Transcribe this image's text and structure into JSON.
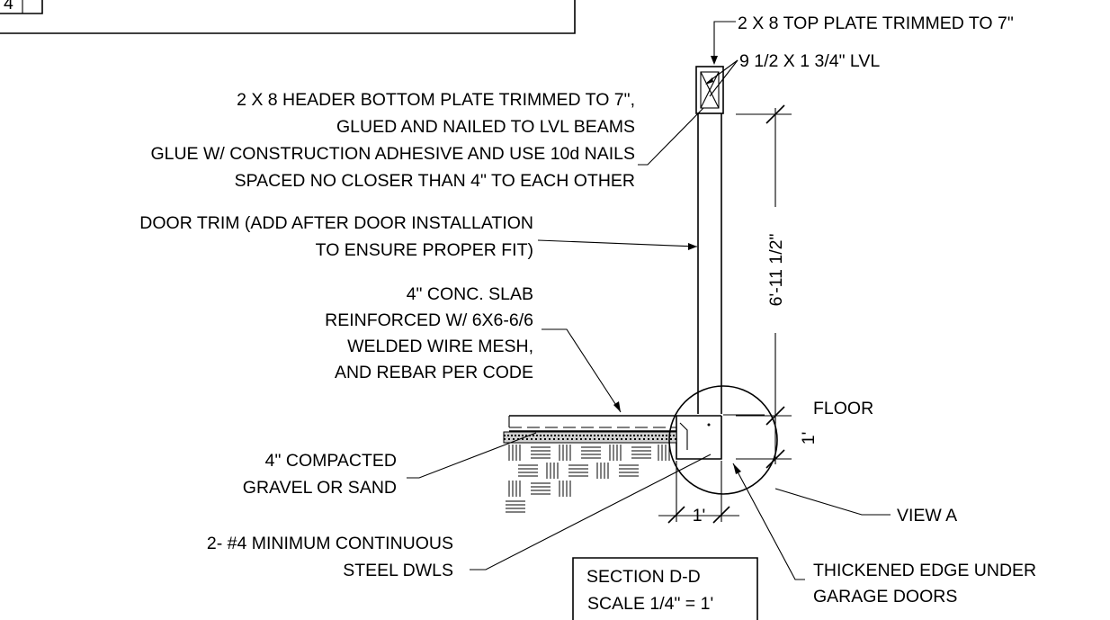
{
  "drawing": {
    "title_block": {
      "partial_number": "4"
    },
    "section_label": {
      "title": "SECTION D-D",
      "scale": "SCALE 1/4\" = 1'"
    },
    "callouts": {
      "top_plate": "2 X 8 TOP PLATE TRIMMED TO 7\"",
      "lvl": "9 1/2 X 1 3/4\" LVL",
      "header_bottom_plate": [
        "2 X 8 HEADER BOTTOM PLATE TRIMMED TO 7\",",
        "GLUED AND NAILED TO LVL BEAMS",
        "GLUE W/ CONSTRUCTION ADHESIVE AND USE 10d NAILS",
        "SPACED NO CLOSER THAN 4\" TO EACH OTHER"
      ],
      "door_trim": [
        "DOOR TRIM (ADD AFTER DOOR INSTALLATION",
        "TO ENSURE PROPER FIT)"
      ],
      "slab": [
        "4\" CONC. SLAB",
        "REINFORCED W/ 6X6-6/6",
        "WELDED WIRE MESH,",
        "AND REBAR PER CODE"
      ],
      "gravel": [
        "4\" COMPACTED",
        "GRAVEL OR SAND"
      ],
      "dowels": [
        "2- #4 MINIMUM CONTINUOUS",
        "STEEL DWLS"
      ],
      "floor": "FLOOR",
      "view": "VIEW A",
      "thickened_edge": [
        "THICKENED EDGE UNDER",
        "GARAGE DOORS"
      ]
    },
    "dimensions": {
      "opening_height": "6'-11 1/2\"",
      "footing_depth": "1'",
      "footing_width": "1'"
    }
  }
}
